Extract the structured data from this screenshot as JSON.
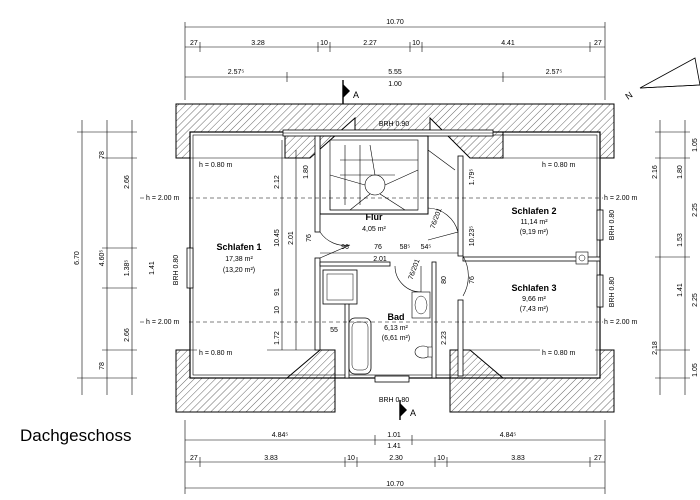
{
  "title": "Dachgeschoss",
  "rooms": {
    "flur": {
      "name": "Flur",
      "area": "4,05 m²"
    },
    "bad": {
      "name": "Bad",
      "area": "6,13 m²",
      "area2": "(6,61 m²)"
    },
    "schlafen1": {
      "name": "Schlafen 1",
      "area": "17,38 m²",
      "area2": "(13,20 m²)"
    },
    "schlafen2": {
      "name": "Schlafen 2",
      "area": "11,14 m²",
      "area2": "(9,19 m²)"
    },
    "schlafen3": {
      "name": "Schlafen 3",
      "area": "9,66 m²",
      "area2": "(7,43 m²)"
    }
  },
  "brh": {
    "top": "BRH 0.90",
    "bottom": "BRH 0.80",
    "left": "BRH 0.80",
    "right1": "BRH 0.80",
    "right2": "BRH 0.80"
  },
  "heights": {
    "h080": "h = 0.80 m",
    "h200": "h = 2.00 m"
  },
  "dims_top": {
    "total": "10.70",
    "row1": [
      "27",
      "3.28",
      "10",
      "2.27",
      "10",
      "4.41",
      "27"
    ],
    "row2": [
      "2.57⁵",
      "5.55",
      "2.57⁵"
    ],
    "row3": "1.00"
  },
  "dims_bottom": {
    "total": "10.70",
    "row1": [
      "27",
      "3.83",
      "10",
      "2.30",
      "10",
      "3.83",
      "27"
    ],
    "row2": [
      "4.84⁵",
      "1.01",
      "4.84⁵"
    ],
    "row3": "1.41"
  },
  "dims_left": {
    "outer": "6.70",
    "mid": "4.60⁵",
    "parts": [
      "78",
      "2.66",
      "1.38⁵",
      "2.66",
      "78"
    ],
    "inner": "1.41"
  },
  "dims_right": {
    "parts": [
      "1.05",
      "2.16",
      "1.80",
      "2.25",
      "1.53",
      "1.41",
      "2.25",
      "2.18",
      "1.05"
    ]
  },
  "dims_inner": {
    "v1": [
      "2.12",
      "1.80",
      "2.01",
      "10.45",
      "91",
      "10",
      "1.72"
    ],
    "h1": [
      "96",
      "76",
      "58⁵",
      "54⁵"
    ],
    "h2": "2.01",
    "bad": [
      "55",
      "2.23",
      "80",
      "76"
    ],
    "flur": [
      "1.79⁵",
      "10.23⁵",
      "76",
      "76/201",
      "76/201"
    ]
  },
  "section_marks": {
    "top": "A",
    "bottom": "A"
  },
  "north": "N"
}
